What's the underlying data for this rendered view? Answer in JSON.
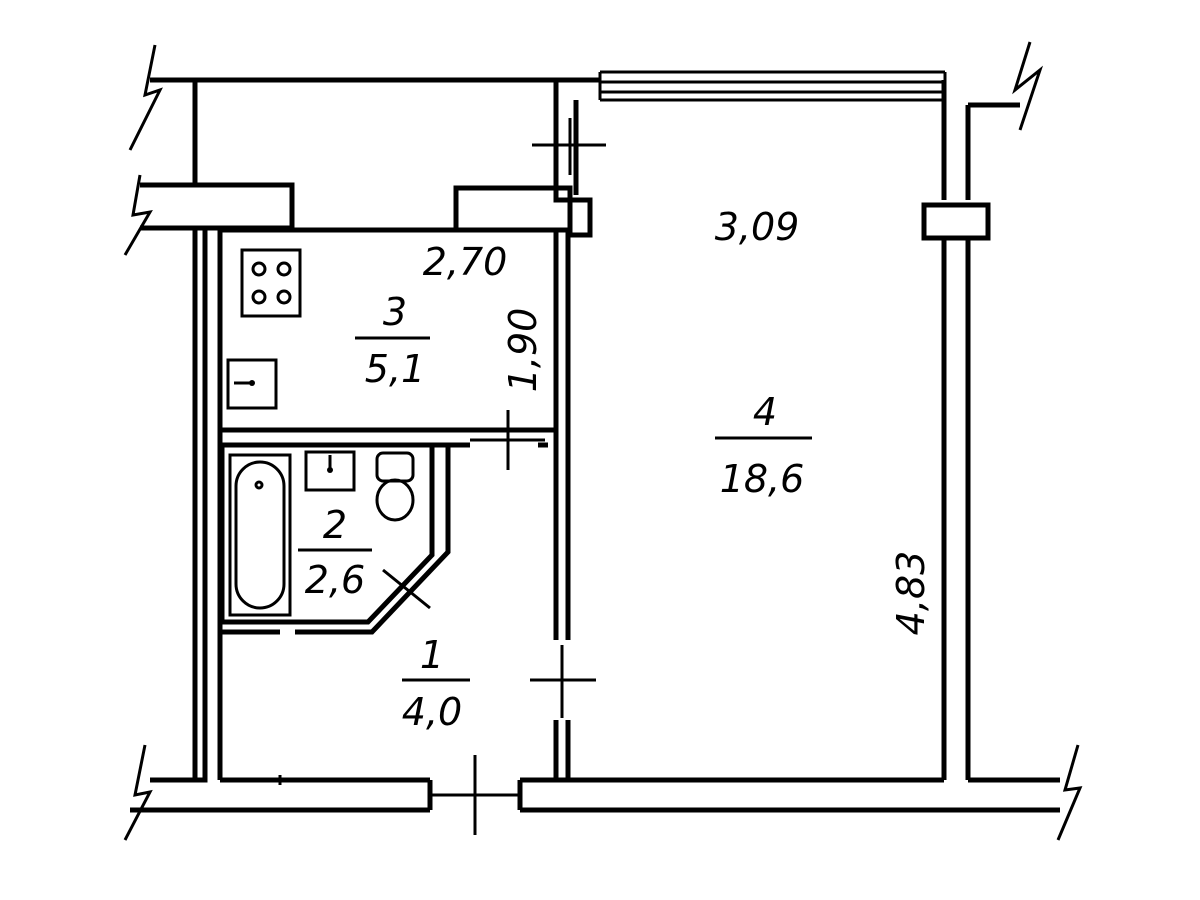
{
  "rooms": {
    "hall": {
      "number": "1",
      "area": "4,0"
    },
    "bathroom": {
      "number": "2",
      "area": "2,6"
    },
    "kitchen": {
      "number": "3",
      "area": "5,1"
    },
    "living": {
      "number": "4",
      "area": "18,6"
    }
  },
  "dimensions": {
    "kitchen_width": "2,70",
    "kitchen_depth": "1,90",
    "living_width": "3,09",
    "living_depth": "4,83"
  },
  "icons": [
    "stove-icon",
    "kitchen-sink-icon",
    "bathtub-icon",
    "washbasin-icon",
    "toilet-icon",
    "window-icon",
    "door-icon"
  ],
  "colors": {
    "ink": "#000000",
    "background": "#ffffff"
  }
}
